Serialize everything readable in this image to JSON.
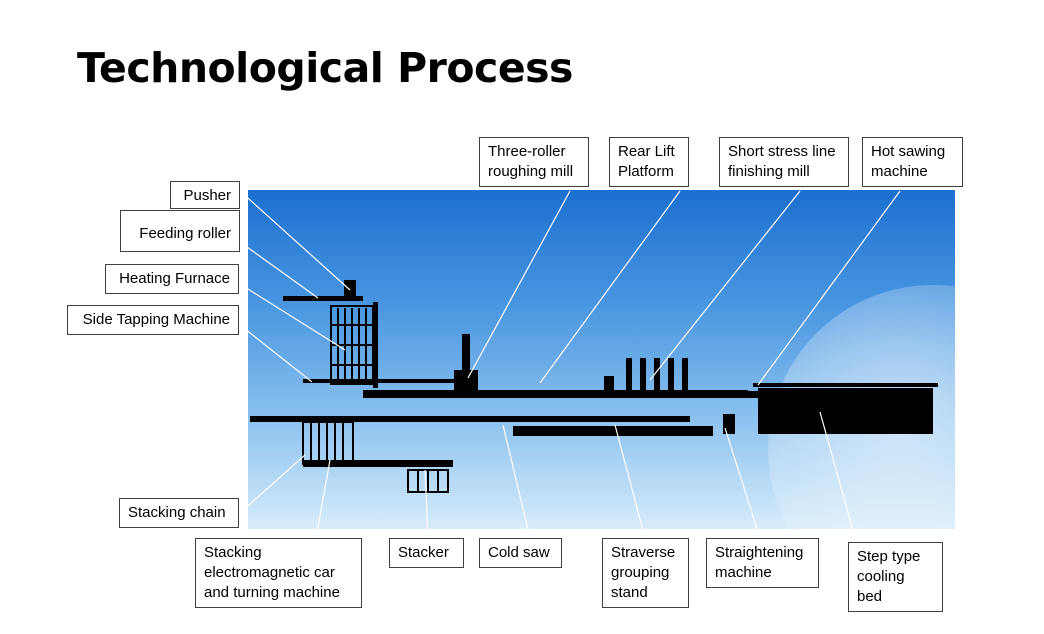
{
  "title": "Technological Process",
  "labels": {
    "pusher": "Pusher",
    "feeding_roller": "Feeding roller",
    "heating_furnace": "Heating Furnace",
    "side_tapping_machine": "Side Tapping Machine",
    "three_roller_roughing_mill": "Three-roller\nroughing mill",
    "rear_lift_platform": "Rear Lift\nPlatform",
    "short_stress_line_finishing_mill": "Short stress line\nfinishing mill",
    "hot_sawing_machine": "Hot sawing\nmachine",
    "stacking_chain": "Stacking chain",
    "stacking_electromagnetic_car": "Stacking\nelectromagnetic car\nand turning machine",
    "stacker": "Stacker",
    "cold_saw": "Cold saw",
    "straverse_grouping_stand": "Straverse\ngrouping\nstand",
    "straightening_machine": "Straightening\nmachine",
    "step_type_cooling_bed": "Step type\ncooling\nbed"
  }
}
